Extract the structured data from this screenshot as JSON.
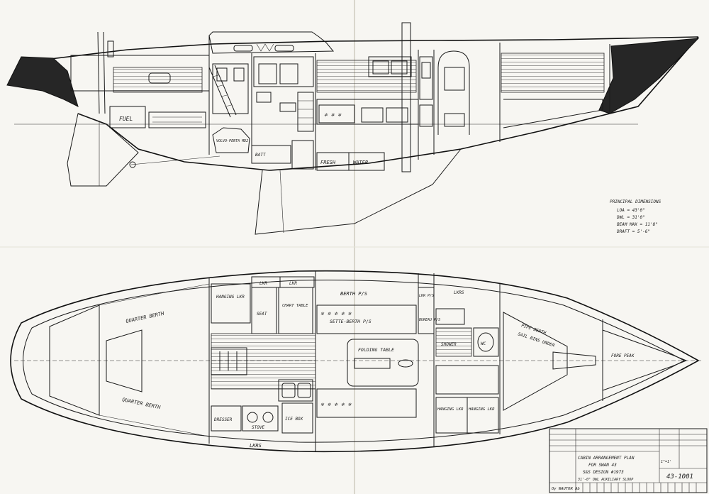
{
  "profile": {
    "fuel": "FUEL",
    "engine": "VOLVO-PENTA MD2",
    "batt": "BATT",
    "fresh": "FRESH",
    "water": "WATER"
  },
  "dimensions": {
    "title": "PRINCIPAL DIMENSIONS",
    "loa": "LOA = 43'0\"",
    "dwl": "DWL = 31'0\"",
    "beam": "BEAM MAX = 11'8\"",
    "draft": "DRAFT = 5'-6\""
  },
  "plan": {
    "quarter_berth_top": "QUARTER BERTH",
    "quarter_berth_bottom": "QUARTER BERTH",
    "hanging_lkr": "HANGING LKR",
    "lkr1": "LKR",
    "lkr2": "LKR",
    "seat": "SEAT",
    "chart_table": "CHART TABLE",
    "berth_top": "BERTH P/S",
    "settee_berth": "SETTE-BERTH P/S",
    "lkr_ps": "LKR P/S",
    "bureau": "BUREAU P/S",
    "lkrs_top": "LKRS",
    "shower": "SHOWER",
    "wc": "WC",
    "pipe_berth": "PIPE BERTH",
    "sail_bins": "SAIL BINS UNDER",
    "fore_peak": "FORE PEAK",
    "folding_table": "FOLDING TABLE",
    "dresser": "DRESSER",
    "stove": "STOVE",
    "ice_box": "ICE BOX",
    "hanging_lkr_b1": "HANGING LKR",
    "hanging_lkr_b2": "HANGING LKR",
    "lkrs_bottom": "LKRS"
  },
  "title_block": {
    "line1": "CABIN ARRANGEMENT PLAN",
    "line2": "FOR SWAN 43",
    "line3": "S&S DESIGN #1973",
    "line4": "31'-0\" DWL AUXILIARY SLOOP",
    "drawing_no": "43-1001",
    "maker": "Oy NAUTOR Ab",
    "scale": "1\"=1'"
  }
}
